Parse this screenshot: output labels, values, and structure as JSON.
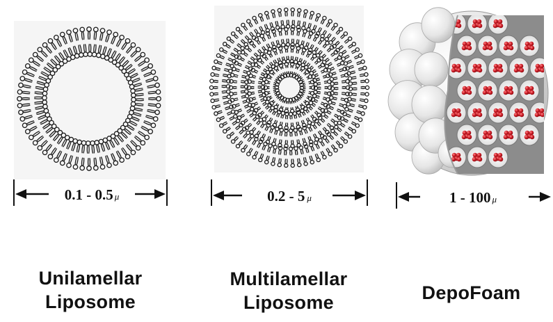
{
  "structures": [
    {
      "size_range": "0.1 - 0.5",
      "unit": "μ",
      "name_line1": "Unilamellar",
      "name_line2": "Liposome"
    },
    {
      "size_range": "0.2 - 5",
      "unit": "μ",
      "name_line1": "Multilamellar",
      "name_line2": "Liposome"
    },
    {
      "size_range": "1 - 100",
      "unit": "μ",
      "name_line1": "DepoFoam",
      "name_line2": ""
    }
  ],
  "colors": {
    "lipid": "#1a1a1a",
    "background_texture": "#ececec",
    "foam_shell": "#e4e4e4",
    "drug_red": "#d0202a"
  }
}
